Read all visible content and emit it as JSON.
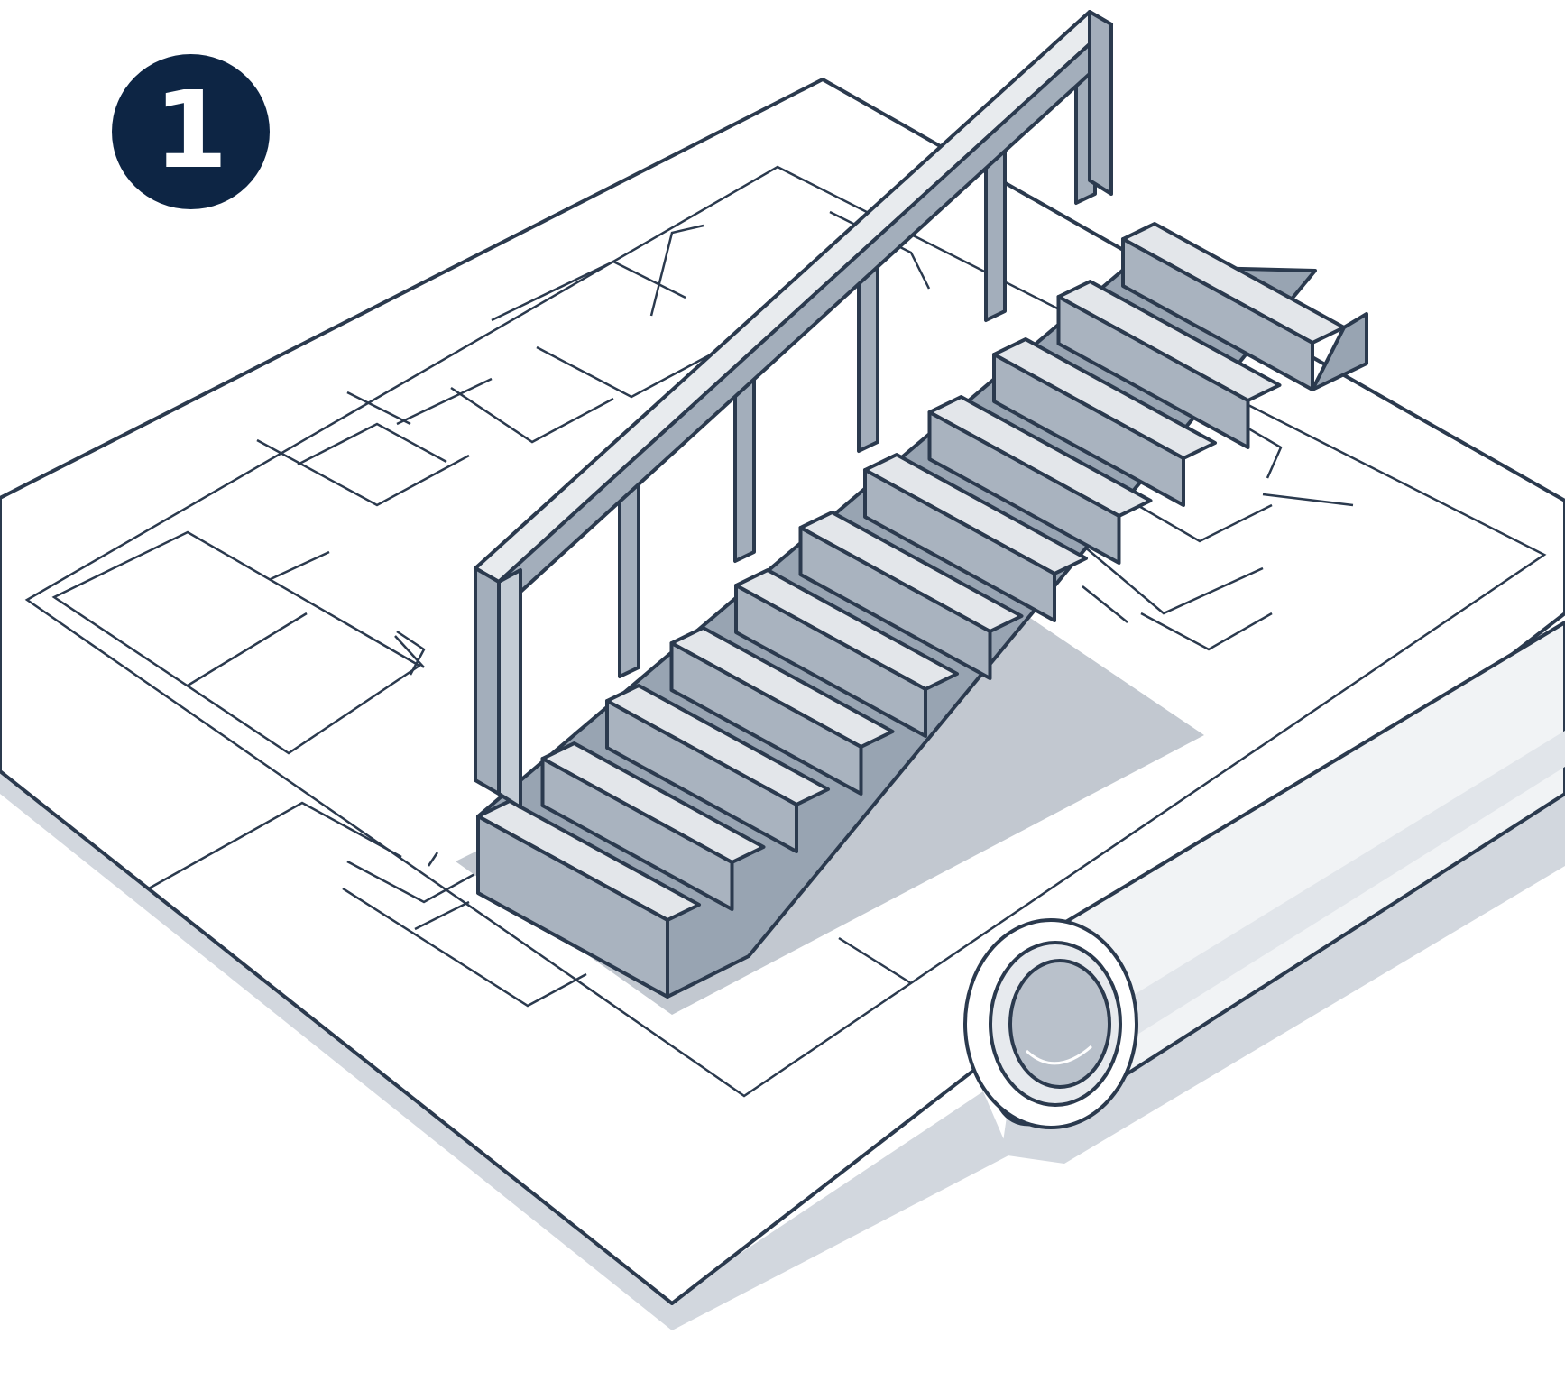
{
  "badge": {
    "number": "1",
    "background": "#0d2544",
    "text_color": "#ffffff"
  },
  "illustration": {
    "subject": "staircase-on-floor-plan",
    "stair_step_count": 11,
    "baluster_count": 6
  },
  "colors": {
    "outline": "#2b3a4e",
    "paper": "#ffffff",
    "paper_shadow": "#d2d7de",
    "tread": "#e3e6ea",
    "riser": "#a9b3bf",
    "stringer": "#98a4b2",
    "shadow": "#c2c8d0",
    "rail_top": "#e8ebee",
    "rail_side": "#a3aebb",
    "roll_body": "#f1f3f5",
    "roll_core": "#b9c1cb"
  }
}
